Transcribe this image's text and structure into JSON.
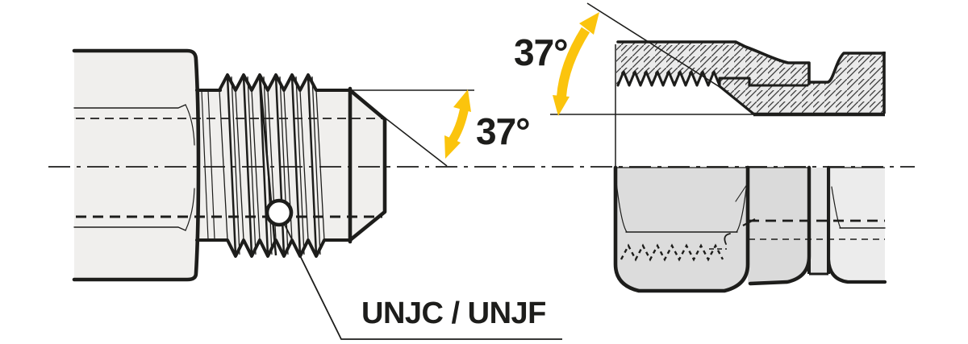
{
  "diagram": {
    "kind": "technical-drawing",
    "subject": "37-degree flare fitting, male cone (left) and sectioned female swivel assembly (right)",
    "left_angle": {
      "label": "37°"
    },
    "right_angle": {
      "label": "37°"
    },
    "thread_callout": {
      "label": "UNJC / UNJF"
    }
  },
  "colors": {
    "accent-yellow": "#FBC40D",
    "ink": "#1D1D1B",
    "body-fill": "#F0EFED",
    "section-fill": "#EAEAEA",
    "nut-fill": "#DCDCDC",
    "sleeve-fill": "#DADADA",
    "mid-fill": "#E4E4E4",
    "end-fill": "#ECECEC"
  }
}
